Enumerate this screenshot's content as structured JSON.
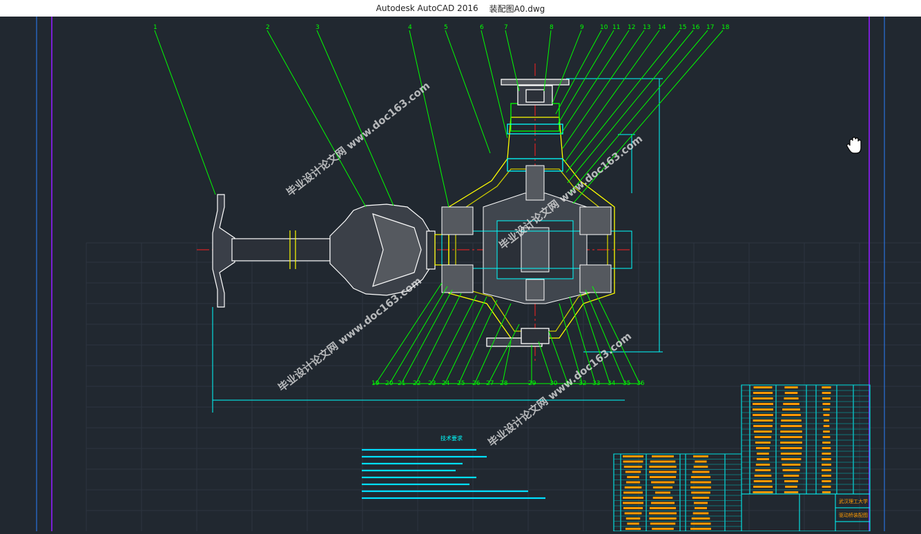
{
  "window": {
    "app_title": "Autodesk AutoCAD 2016",
    "file_name": "装配图A0.dwg"
  },
  "drawing": {
    "part_numbers": [
      "1",
      "2",
      "3",
      "4",
      "5",
      "6",
      "7",
      "8",
      "9",
      "10",
      "11",
      "12",
      "13",
      "14",
      "15",
      "16",
      "17",
      "18",
      "19",
      "20",
      "21",
      "22",
      "23",
      "24",
      "25",
      "26",
      "27",
      "28",
      "29",
      "30",
      "31",
      "32",
      "33",
      "34",
      "35",
      "36"
    ],
    "watermark": "毕业设计论文网 www.doc163.com",
    "notes_title": "技术要求",
    "title_block": {
      "school": "武汉理工大学",
      "drawing_name": "驱动桥装配图"
    }
  },
  "colors": {
    "background": "#212830",
    "leader_green": "#00ff00",
    "dimension_cyan": "#00ffff",
    "part_yellow": "#ffff00",
    "hatch_white": "#ffffff",
    "border_purple": "#7a1fd6",
    "center_red": "#ff0000",
    "table_orange": "#ff9a00"
  },
  "cursor": {
    "icon": "hand-pan-icon"
  }
}
